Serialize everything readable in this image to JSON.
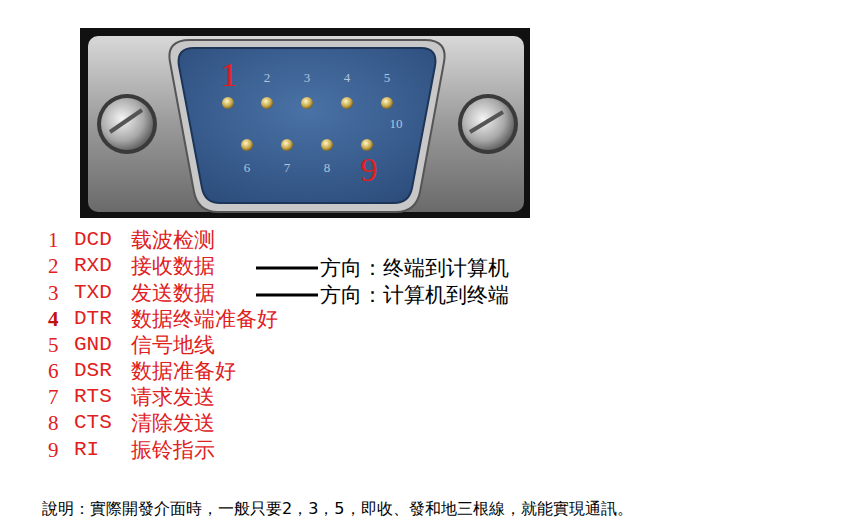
{
  "diagram": {
    "labels": [
      "1",
      "2",
      "3",
      "4",
      "5",
      "10",
      "6",
      "7",
      "8",
      "9",
      "1",
      "DCD",
      "载波检测",
      "2",
      "RXD",
      "接收数据",
      "3",
      "TXD",
      "发送数据",
      "4",
      "DTR",
      "数据终端准备好",
      "5",
      "GND",
      "信号地线",
      "6",
      "DSR",
      "数据准备好",
      "7",
      "RTS",
      "请求发送",
      "8",
      "CTS",
      "清除发送",
      "9",
      "RI",
      "振铃指示",
      "方向：终端到计算机",
      "方向：计算机到终端",
      "說明：實際開發介面時，一般只要2，3，5，即收、發和地三根線，就能實現通訊。"
    ]
  }
}
